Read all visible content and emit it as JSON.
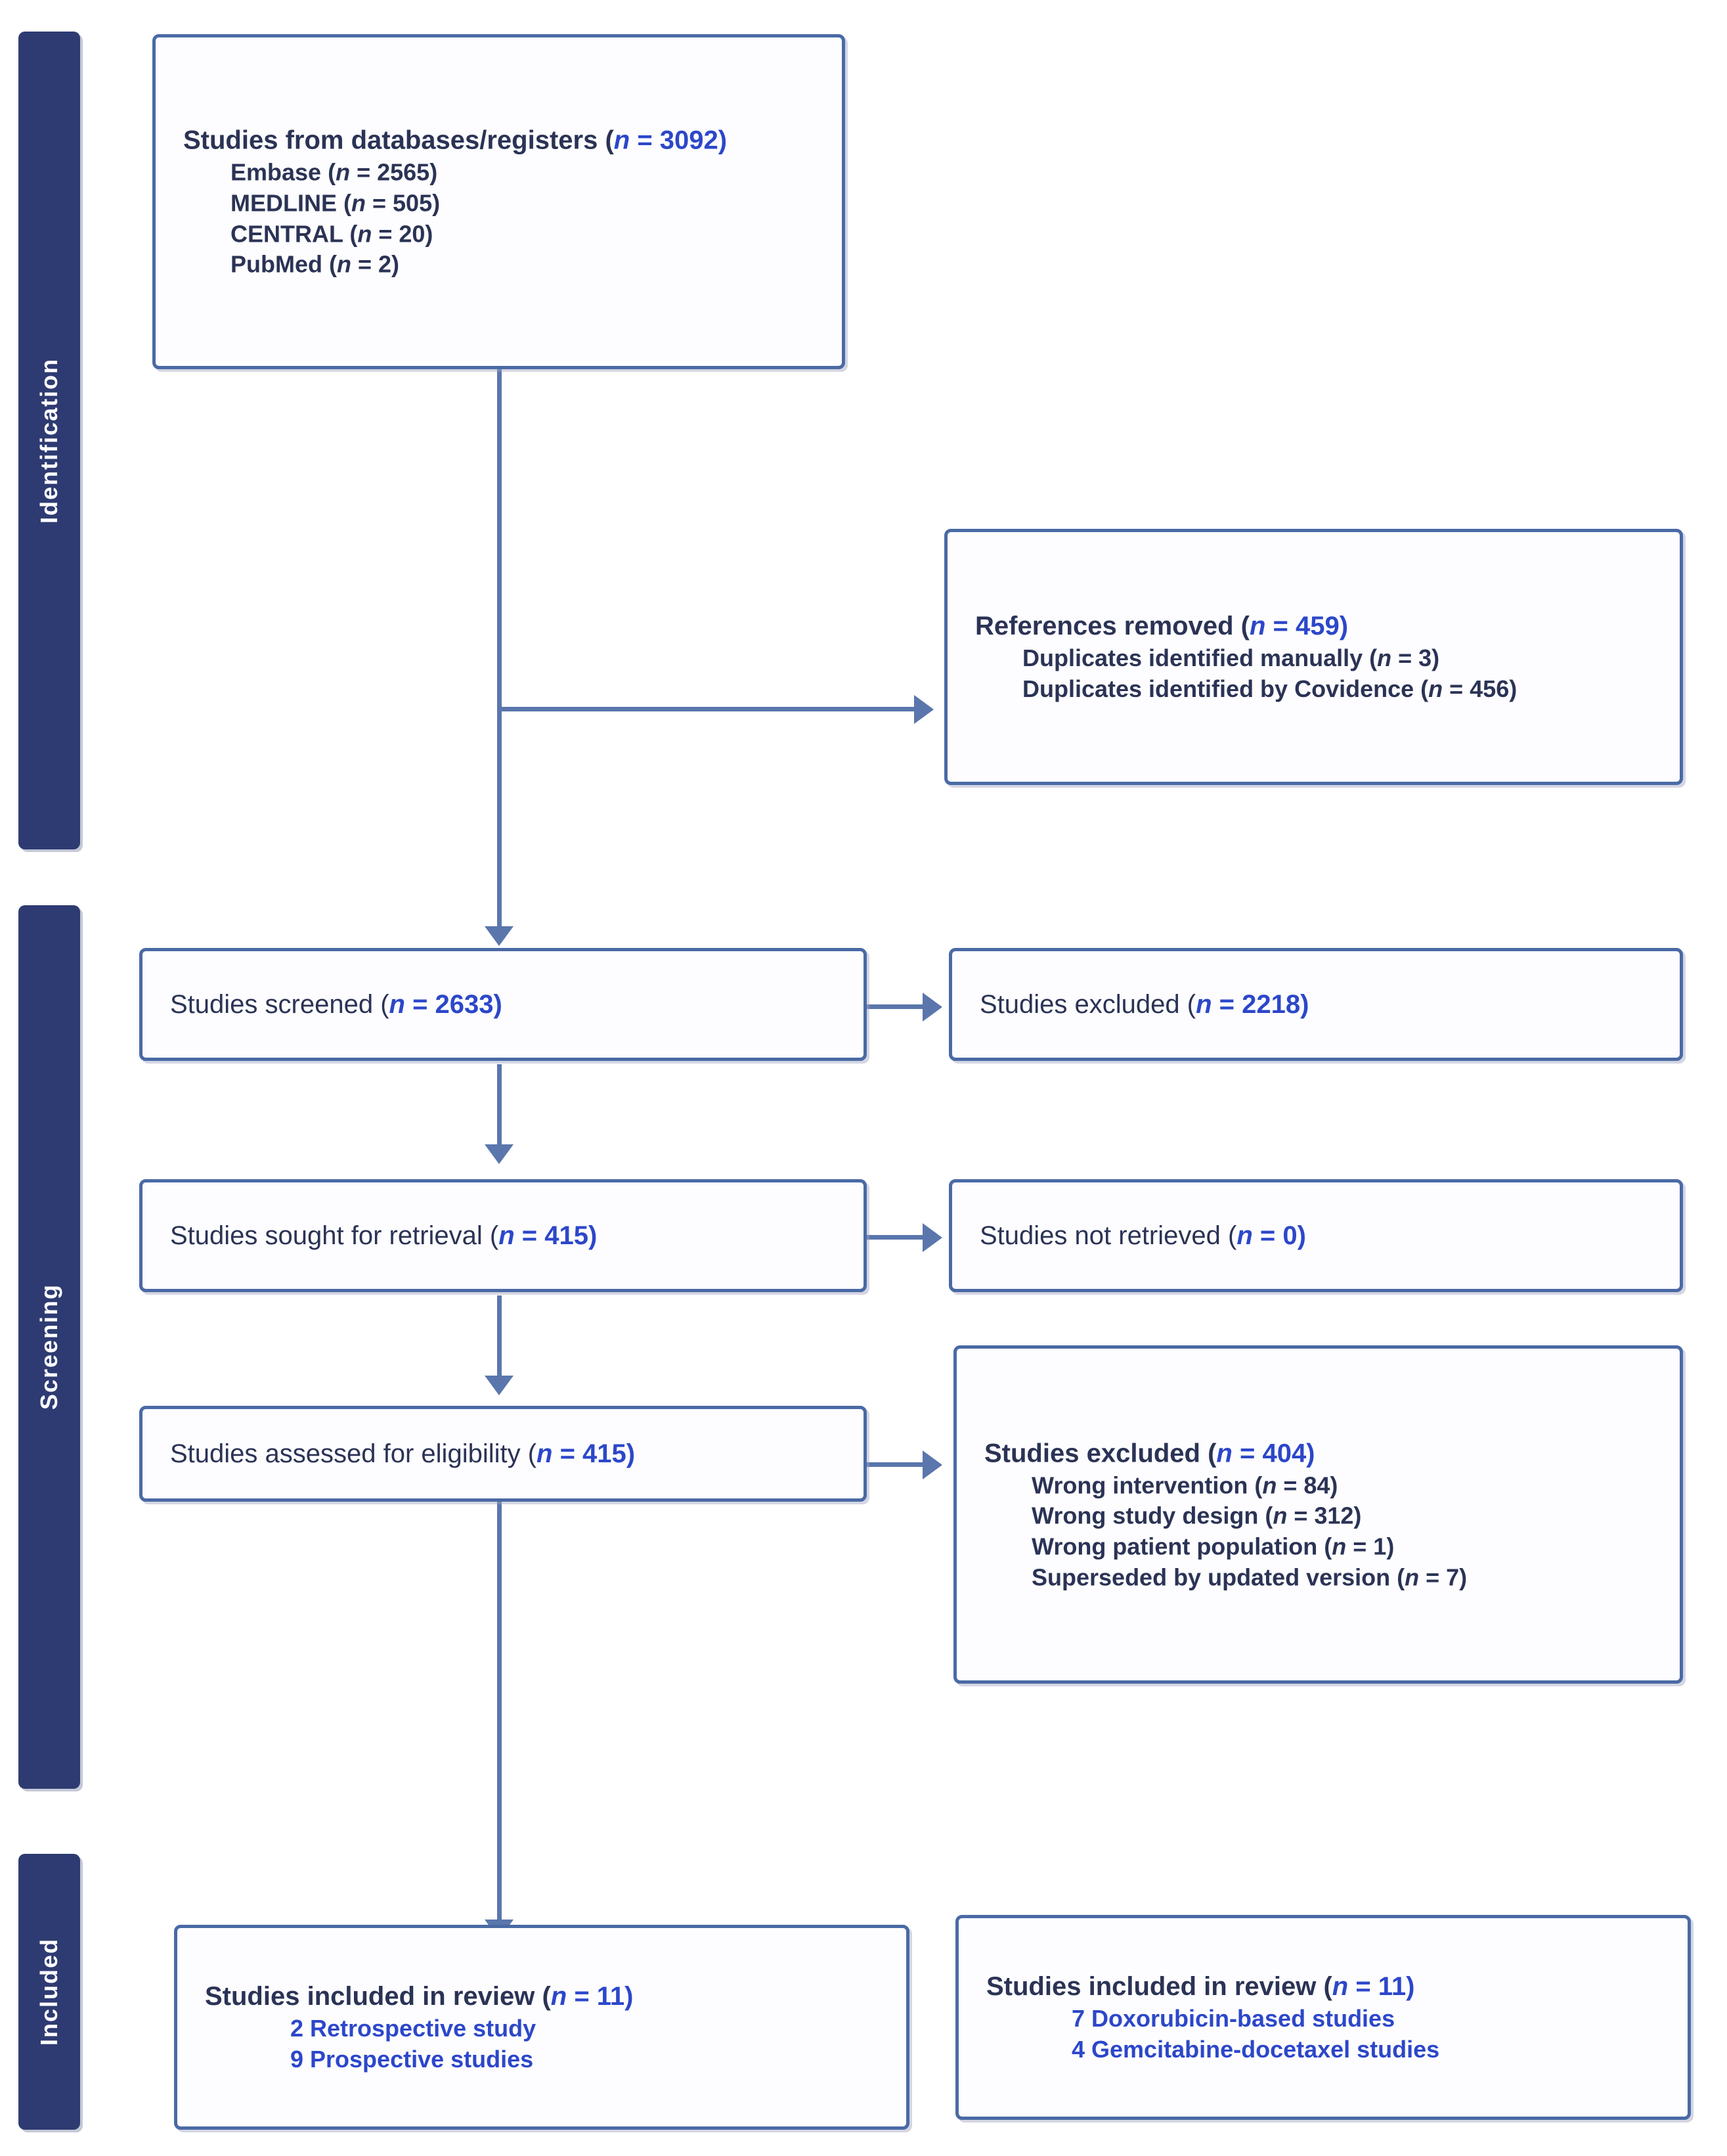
{
  "diagram": {
    "type": "prisma-flow-diagram",
    "accent_color": "#2c47c9",
    "text_color": "#2b3355",
    "box_border_color": "#4a6aa5",
    "stage_bar_color": "#2e3b72"
  },
  "stages": [
    {
      "id": "identification",
      "label": "Identification"
    },
    {
      "id": "screening",
      "label": "Screening"
    },
    {
      "id": "included",
      "label": "Included"
    }
  ],
  "boxes": {
    "databases": {
      "title_plain": "Studies from databases/registers (",
      "title_n": "n",
      "title_eq": " = 3092)",
      "items": [
        "Embase (n = 2565)",
        "MEDLINE (n = 505)",
        "CENTRAL (n = 20)",
        "PubMed (n = 2)"
      ]
    },
    "references_removed": {
      "title_plain": "References removed (",
      "title_n": "n",
      "title_eq": " = 459)",
      "items": [
        "Duplicates identified manually (n = 3)",
        "Duplicates identified by Covidence (n = 456)"
      ]
    },
    "screened": {
      "title_plain": "Studies screened (",
      "title_n": "n",
      "title_eq": " = 2633)"
    },
    "excluded_screening": {
      "title_plain": "Studies excluded (",
      "title_n": "n",
      "title_eq": " = 2218)"
    },
    "sought": {
      "title_plain": "Studies sought for retrieval (",
      "title_n": "n",
      "title_eq": " = 415)"
    },
    "not_retrieved": {
      "title_plain": "Studies not retrieved (",
      "title_n": "n",
      "title_eq": " = 0)"
    },
    "assessed": {
      "title_plain": "Studies assessed for eligibility (",
      "title_n": "n",
      "title_eq": " = 415)"
    },
    "excluded_eligibility": {
      "title_plain": "Studies excluded (",
      "title_n": "n",
      "title_eq": " = 404)",
      "items": [
        "Wrong intervention (n = 84)",
        "Wrong study design (n = 312)",
        "Wrong patient population (n = 1)",
        "Superseded by updated version (n = 7)"
      ]
    },
    "included_left": {
      "title_plain": "Studies included in review (",
      "title_n": "n",
      "title_eq": " = 11)",
      "items": [
        "2 Retrospective study",
        "9 Prospective studies"
      ]
    },
    "included_right": {
      "title_plain": "Studies included in review (",
      "title_n": "n",
      "title_eq": " = 11)",
      "items": [
        "7 Doxorubicin-based studies",
        "4 Gemcitabine-docetaxel studies"
      ]
    }
  },
  "chart_data": {
    "type": "diagram",
    "title": "PRISMA 2020 flow diagram",
    "nodes": [
      {
        "id": "databases",
        "stage": "Identification",
        "label": "Studies from databases/registers",
        "n": 3092,
        "breakdown": [
          {
            "label": "Embase",
            "n": 2565
          },
          {
            "label": "MEDLINE",
            "n": 505
          },
          {
            "label": "CENTRAL",
            "n": 20
          },
          {
            "label": "PubMed",
            "n": 2
          }
        ]
      },
      {
        "id": "references_removed",
        "stage": "Identification",
        "label": "References removed",
        "n": 459,
        "breakdown": [
          {
            "label": "Duplicates identified manually",
            "n": 3
          },
          {
            "label": "Duplicates identified by Covidence",
            "n": 456
          }
        ]
      },
      {
        "id": "screened",
        "stage": "Screening",
        "label": "Studies screened",
        "n": 2633
      },
      {
        "id": "excluded_screening",
        "stage": "Screening",
        "label": "Studies excluded",
        "n": 2218
      },
      {
        "id": "sought",
        "stage": "Screening",
        "label": "Studies sought for retrieval",
        "n": 415
      },
      {
        "id": "not_retrieved",
        "stage": "Screening",
        "label": "Studies not retrieved",
        "n": 0
      },
      {
        "id": "assessed",
        "stage": "Screening",
        "label": "Studies assessed for eligibility",
        "n": 415
      },
      {
        "id": "excluded_eligibility",
        "stage": "Screening",
        "label": "Studies excluded",
        "n": 404,
        "breakdown": [
          {
            "label": "Wrong intervention",
            "n": 84
          },
          {
            "label": "Wrong study design",
            "n": 312
          },
          {
            "label": "Wrong patient population",
            "n": 1
          },
          {
            "label": "Superseded by updated version",
            "n": 7
          }
        ]
      },
      {
        "id": "included_left",
        "stage": "Included",
        "label": "Studies included in review",
        "n": 11,
        "breakdown": [
          {
            "label": "Retrospective study",
            "n": 2
          },
          {
            "label": "Prospective studies",
            "n": 9
          }
        ]
      },
      {
        "id": "included_right",
        "stage": "Included",
        "label": "Studies included in review",
        "n": 11,
        "breakdown": [
          {
            "label": "Doxorubicin-based studies",
            "n": 7
          },
          {
            "label": "Gemcitabine-docetaxel studies",
            "n": 4
          }
        ]
      }
    ],
    "edges": [
      {
        "from": "databases",
        "to": "references_removed"
      },
      {
        "from": "databases",
        "to": "screened"
      },
      {
        "from": "screened",
        "to": "excluded_screening"
      },
      {
        "from": "screened",
        "to": "sought"
      },
      {
        "from": "sought",
        "to": "not_retrieved"
      },
      {
        "from": "sought",
        "to": "assessed"
      },
      {
        "from": "assessed",
        "to": "excluded_eligibility"
      },
      {
        "from": "assessed",
        "to": "included_left"
      }
    ]
  }
}
